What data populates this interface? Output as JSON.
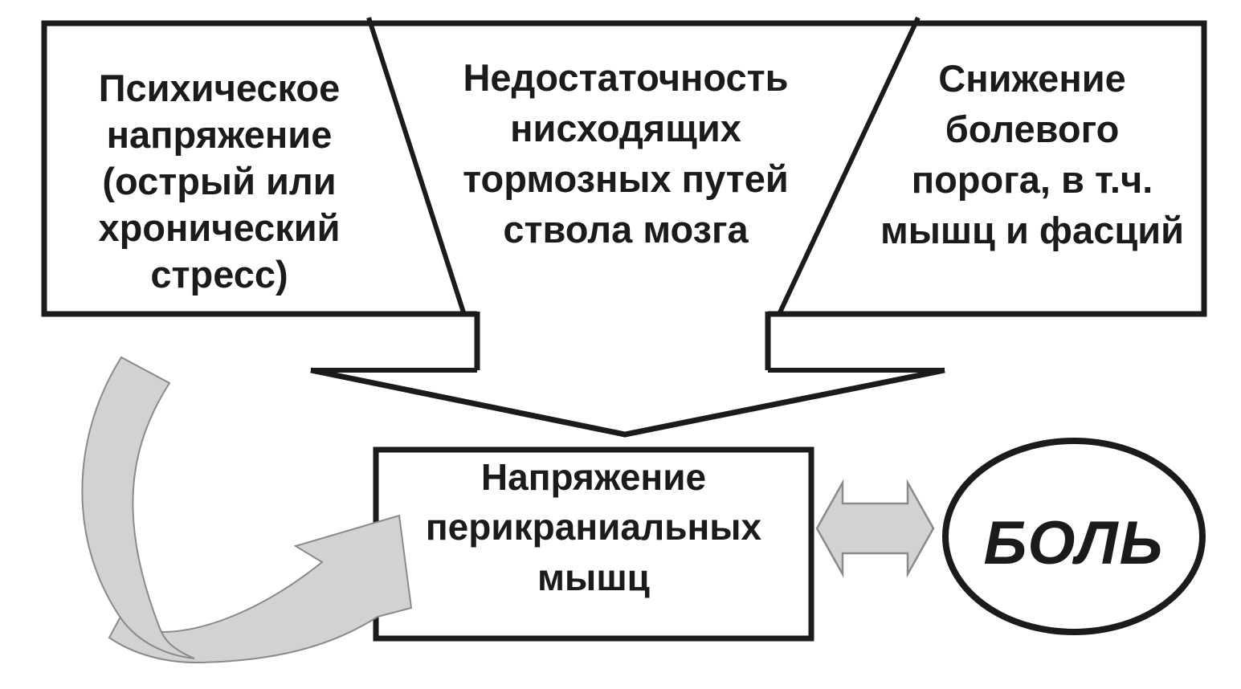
{
  "diagram": {
    "background_color": "#ffffff",
    "line_color": "#1b1b1b",
    "gray_fill": "#d2d2d2",
    "gray_stroke": "#8a8a8a",
    "top_left_box": {
      "lines": [
        "Психическое",
        "напряжение",
        "(острый или",
        "хронический",
        "стресс)"
      ]
    },
    "top_middle_funnel": {
      "lines": [
        "Недостаточность",
        "нисходящих",
        "тормозных путей",
        "ствола мозга"
      ]
    },
    "top_right_box": {
      "lines": [
        "Снижение",
        "болевого",
        "порога, в т.ч.",
        "мышц и фасций"
      ]
    },
    "center_box": {
      "lines": [
        "Напряжение",
        "перикраниальных",
        "мышц"
      ]
    },
    "pain_ellipse": {
      "label": "БОЛЬ"
    }
  }
}
